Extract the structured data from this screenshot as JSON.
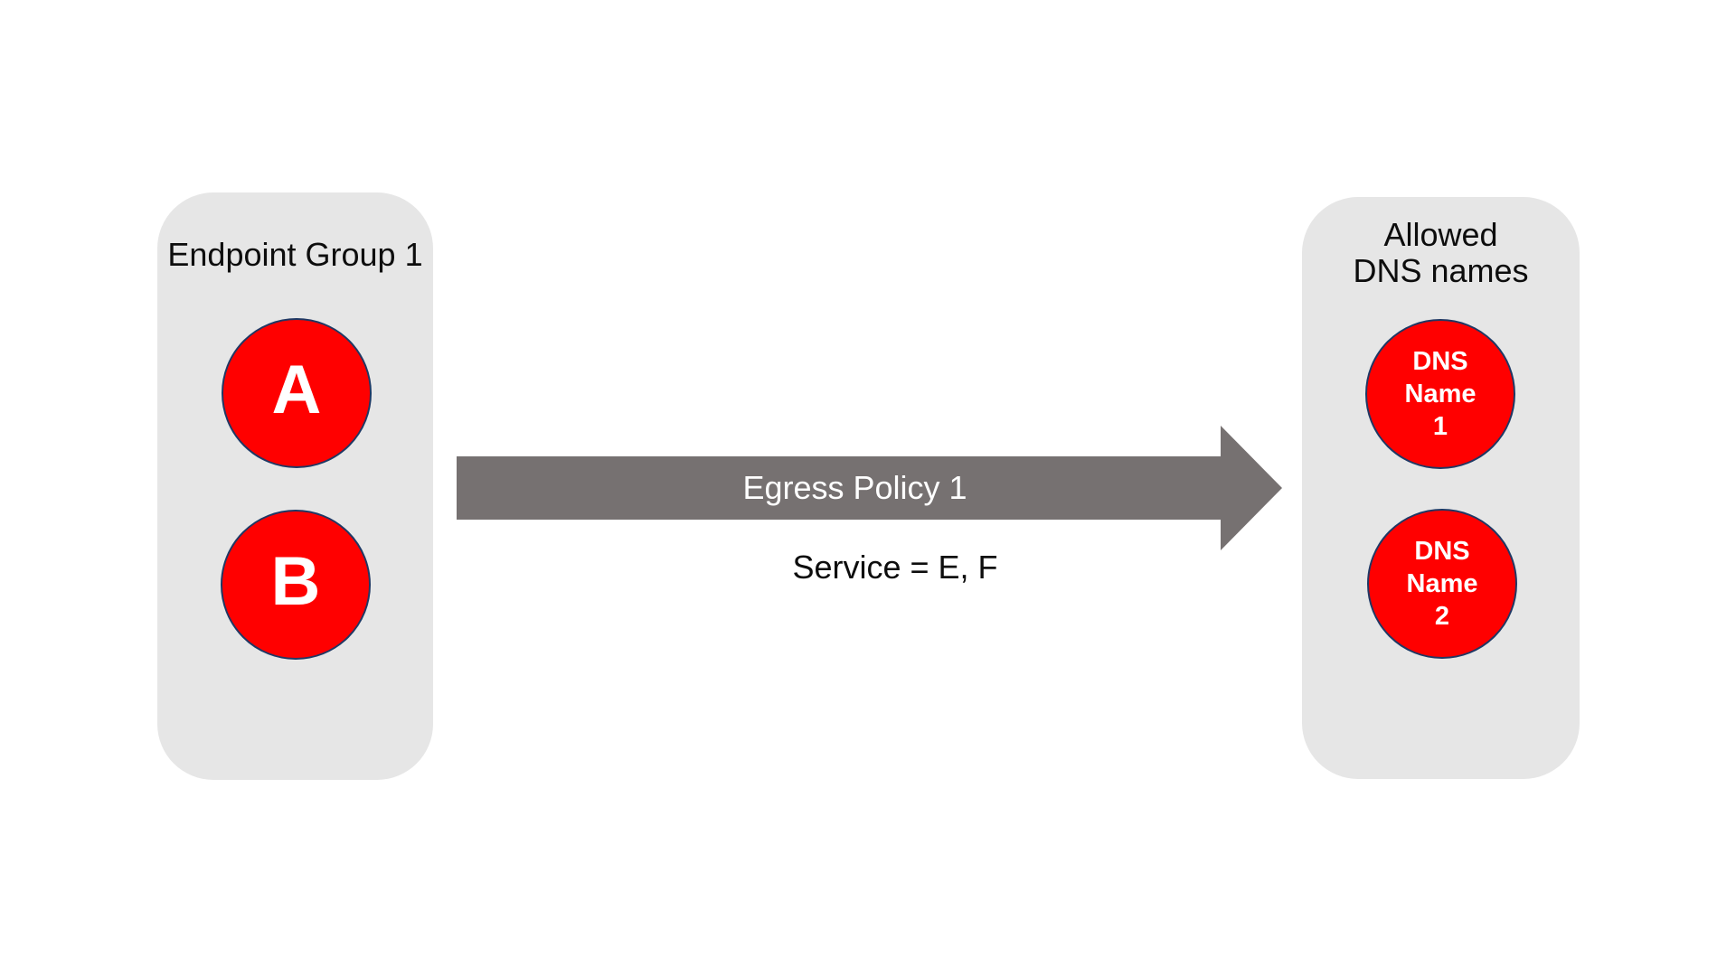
{
  "left_group": {
    "title": "Endpoint Group 1",
    "endpoints": [
      {
        "label": "A"
      },
      {
        "label": "B"
      }
    ]
  },
  "arrow": {
    "label": "Egress Policy 1",
    "sublabel": "Service = E, F"
  },
  "right_group": {
    "title": "Allowed\nDNS names",
    "dns_names": [
      {
        "label": "DNS\nName\n1"
      },
      {
        "label": "DNS\nName\n2"
      }
    ]
  },
  "colors": {
    "background": "#FFFFFF",
    "group_box_fill": "#E6E6E6",
    "node_fill": "#FF0000",
    "node_border": "#1F3864",
    "node_text": "#FFFFFF",
    "arrow_fill": "#767171",
    "arrow_text": "#FFFFFF",
    "label_text": "#0D0D0D"
  }
}
